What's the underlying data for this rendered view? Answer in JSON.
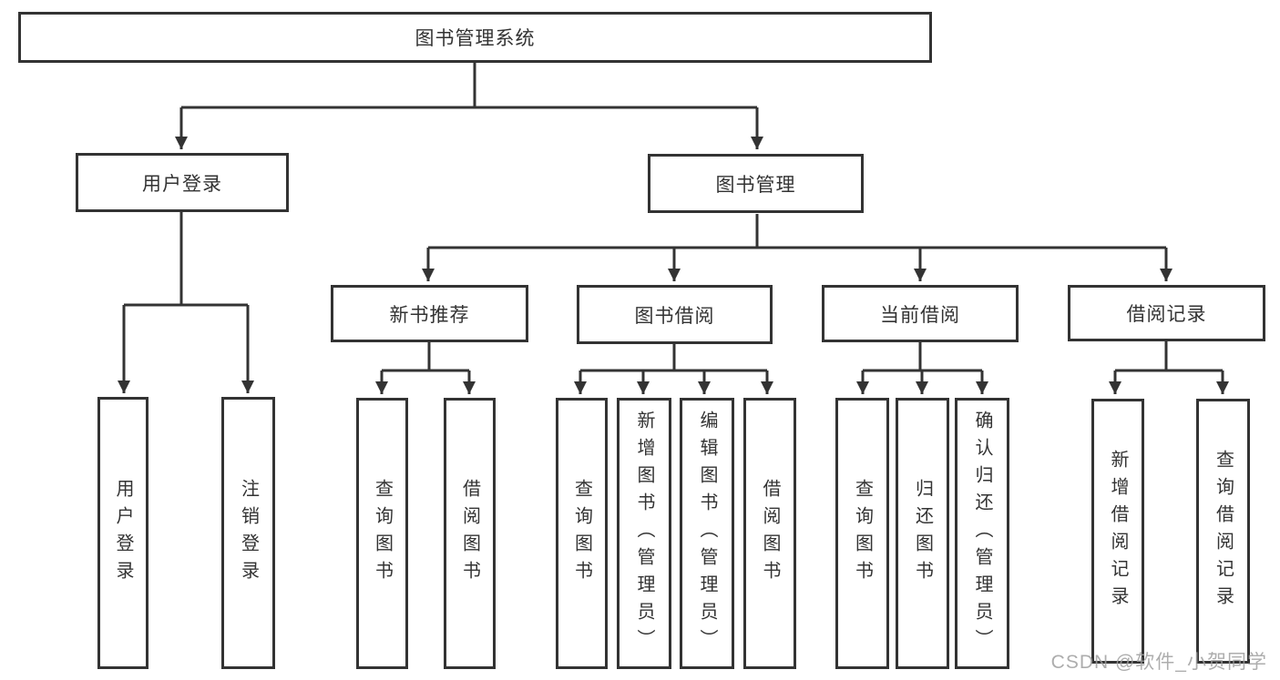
{
  "root": {
    "label": "图书管理系统"
  },
  "user_login": {
    "label": "用户登录",
    "children": [
      {
        "label": "用户登录"
      },
      {
        "label": "注销登录"
      }
    ]
  },
  "book_mgmt": {
    "label": "图书管理",
    "sections": [
      {
        "label": "新书推荐",
        "children": [
          {
            "label": "查询图书"
          },
          {
            "label": "借阅图书"
          }
        ]
      },
      {
        "label": "图书借阅",
        "children": [
          {
            "label": "查询图书"
          },
          {
            "label": "新增图书（管理员）"
          },
          {
            "label": "编辑图书（管理员）"
          },
          {
            "label": "借阅图书"
          }
        ]
      },
      {
        "label": "当前借阅",
        "children": [
          {
            "label": "查询图书"
          },
          {
            "label": "归还图书"
          },
          {
            "label": "确认归还（管理员）"
          }
        ]
      },
      {
        "label": "借阅记录",
        "children": [
          {
            "label": "新增借阅记录"
          },
          {
            "label": "查询借阅记录"
          }
        ]
      }
    ]
  },
  "watermark": {
    "text": "CSDN @软件_小贺同学"
  },
  "colors": {
    "line": "#333333",
    "box_border": "#333333",
    "text": "#333333",
    "background": "#ffffff",
    "watermark": "#9f9f9f"
  }
}
